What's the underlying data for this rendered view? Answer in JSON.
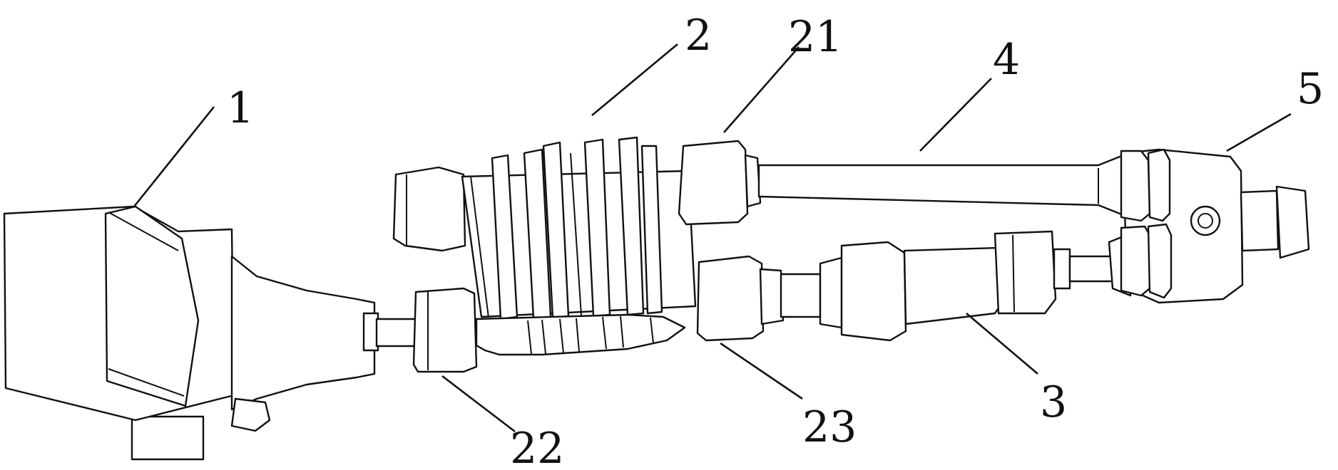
{
  "figure": {
    "labels": [
      {
        "id": "label-1",
        "text": "1"
      },
      {
        "id": "label-2",
        "text": "2"
      },
      {
        "id": "label-21",
        "text": "21"
      },
      {
        "id": "label-4",
        "text": "4"
      },
      {
        "id": "label-5",
        "text": "5"
      },
      {
        "id": "label-22",
        "text": "22"
      },
      {
        "id": "label-23",
        "text": "23"
      },
      {
        "id": "label-3",
        "text": "3"
      }
    ]
  },
  "colors": {
    "line": "#111111",
    "background": "#ffffff"
  }
}
